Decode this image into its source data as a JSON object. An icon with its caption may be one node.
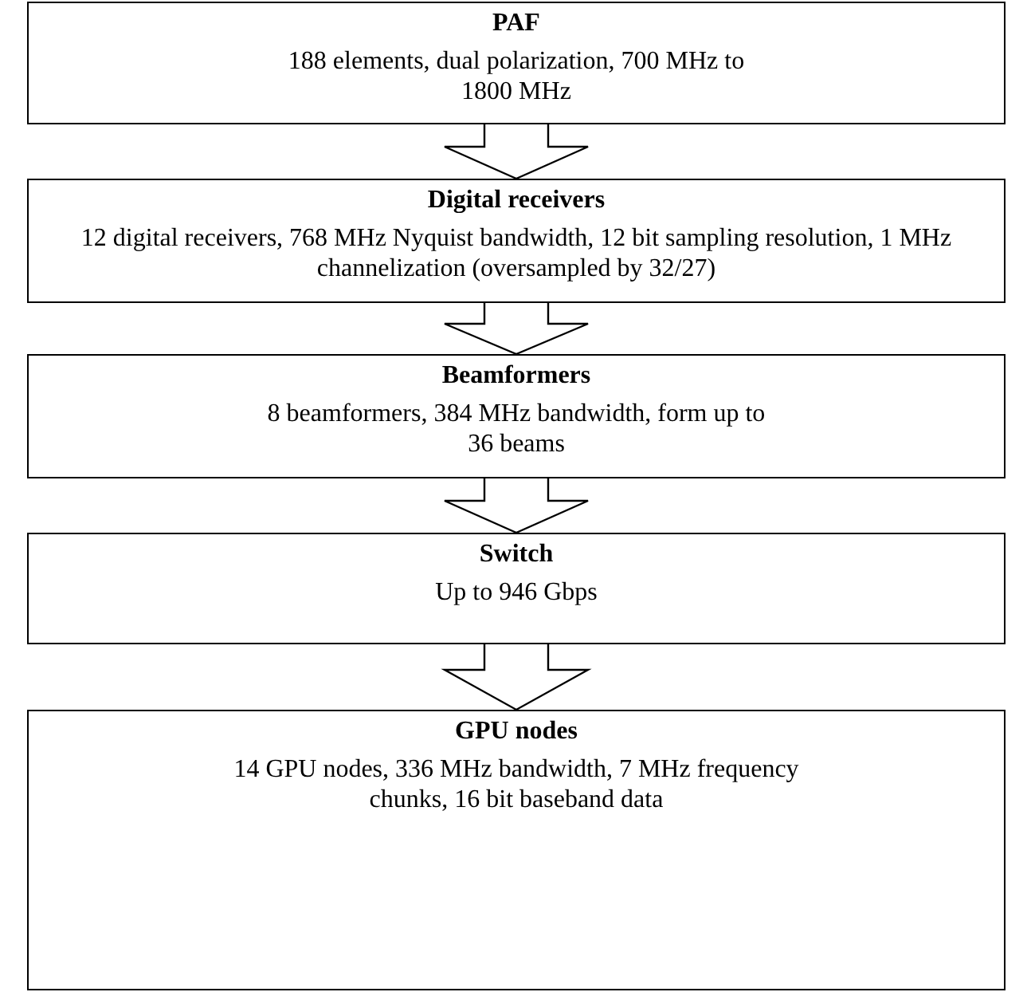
{
  "diagram": {
    "nodes": [
      {
        "text": [
          "PAF",
          "188 elements, dual polarization, 700 MHz to 1800 MHz"
        ]
      },
      {
        "text": [
          "Digital receivers",
          "12 digital receivers, 768 MHz Nyquist bandwidth, 12 bit sampling resolution, 1 MHz channelization (oversampled by 32/27)"
        ]
      },
      {
        "text": [
          "Beamformers",
          "8 beamformers, 384 MHz bandwidth, form up to 36 beams"
        ]
      },
      {
        "text": [
          "Switch",
          "Up to 946 Gbps"
        ]
      },
      {
        "text": [
          "GPU nodes",
          "14 GPU nodes, 336 MHz bandwidth, 7 MHz frequency chunks, 16 bit baseband data"
        ]
      }
    ],
    "edges": [
      {
        "from": 0,
        "to": 1,
        "arrow": "to"
      },
      {
        "from": 1,
        "to": 2,
        "arrow": "to"
      },
      {
        "from": 2,
        "to": 3,
        "arrow": "to"
      },
      {
        "from": 3,
        "to": 4,
        "arrow": "to"
      }
    ]
  }
}
